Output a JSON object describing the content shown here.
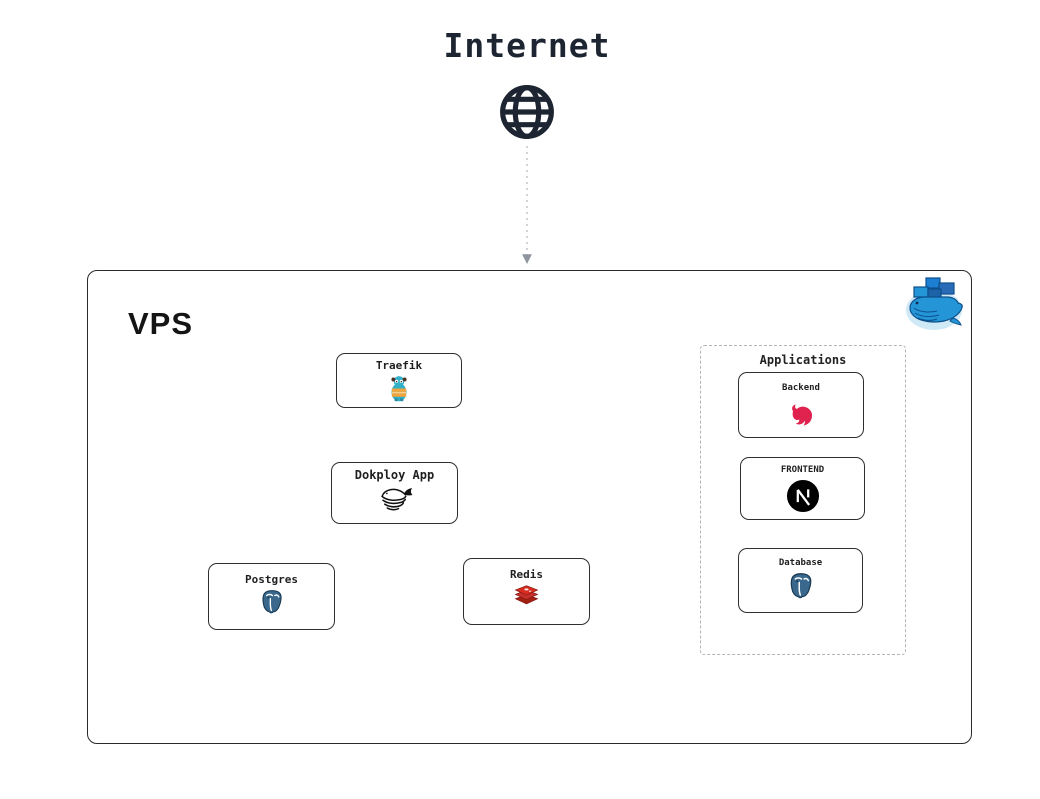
{
  "internet": {
    "label": "Internet",
    "icon": "globe-icon"
  },
  "vps": {
    "label": "VPS",
    "corner_icon": "docker-logo"
  },
  "groups": {
    "applications": {
      "label": "Applications"
    }
  },
  "nodes": {
    "traefik": {
      "label": "Traefik",
      "icon": "traefik-mascot-logo"
    },
    "dokploy": {
      "label": "Dokploy App",
      "icon": "dokploy-whale-logo"
    },
    "postgres": {
      "label": "Postgres",
      "icon": "postgresql-elephant-logo"
    },
    "redis": {
      "label": "Redis",
      "icon": "redis-stack-logo"
    },
    "backend": {
      "label": "Backend",
      "icon": "nestjs-logo"
    },
    "frontend": {
      "label": "FRONTEND",
      "icon": "nextjs-logo"
    },
    "database": {
      "label": "Database",
      "icon": "postgresql-elephant-logo"
    }
  },
  "edges": [
    {
      "from": "internet",
      "to": "traefik",
      "style": "dotted",
      "color": "#b6bbc2",
      "arrow_at": "vps-border"
    },
    {
      "from": "traefik",
      "to": "dokploy",
      "style": "dashed",
      "color": "#3d3d3d",
      "arrow_at": "end"
    },
    {
      "from": "dokploy",
      "to": "postgres",
      "style": "dashed",
      "color": "#3d3d3d",
      "arrow_at": "end"
    },
    {
      "from": "dokploy",
      "to": "redis",
      "style": "dashed",
      "color": "#3d3d3d",
      "arrow_at": "end"
    },
    {
      "from": "traefik",
      "to": "backend",
      "style": "dotted",
      "color": "#b6bbc2",
      "arrow_at": "end"
    },
    {
      "from": "traefik",
      "to": "frontend",
      "style": "dotted",
      "color": "#b6bbc2",
      "arrow_at": "end"
    }
  ],
  "colors": {
    "ink": "#1e2532",
    "node_border": "#2f2f2f",
    "group_border": "#b4b4b4",
    "docker_blue": "#2496d8",
    "postgres_blue": "#39688c",
    "redis_red": "#d82c20",
    "nest_red": "#e0234e",
    "traefik_teal": "#32b0c8",
    "traefik_orange": "#f2a33c",
    "nextjs_black": "#000000"
  }
}
